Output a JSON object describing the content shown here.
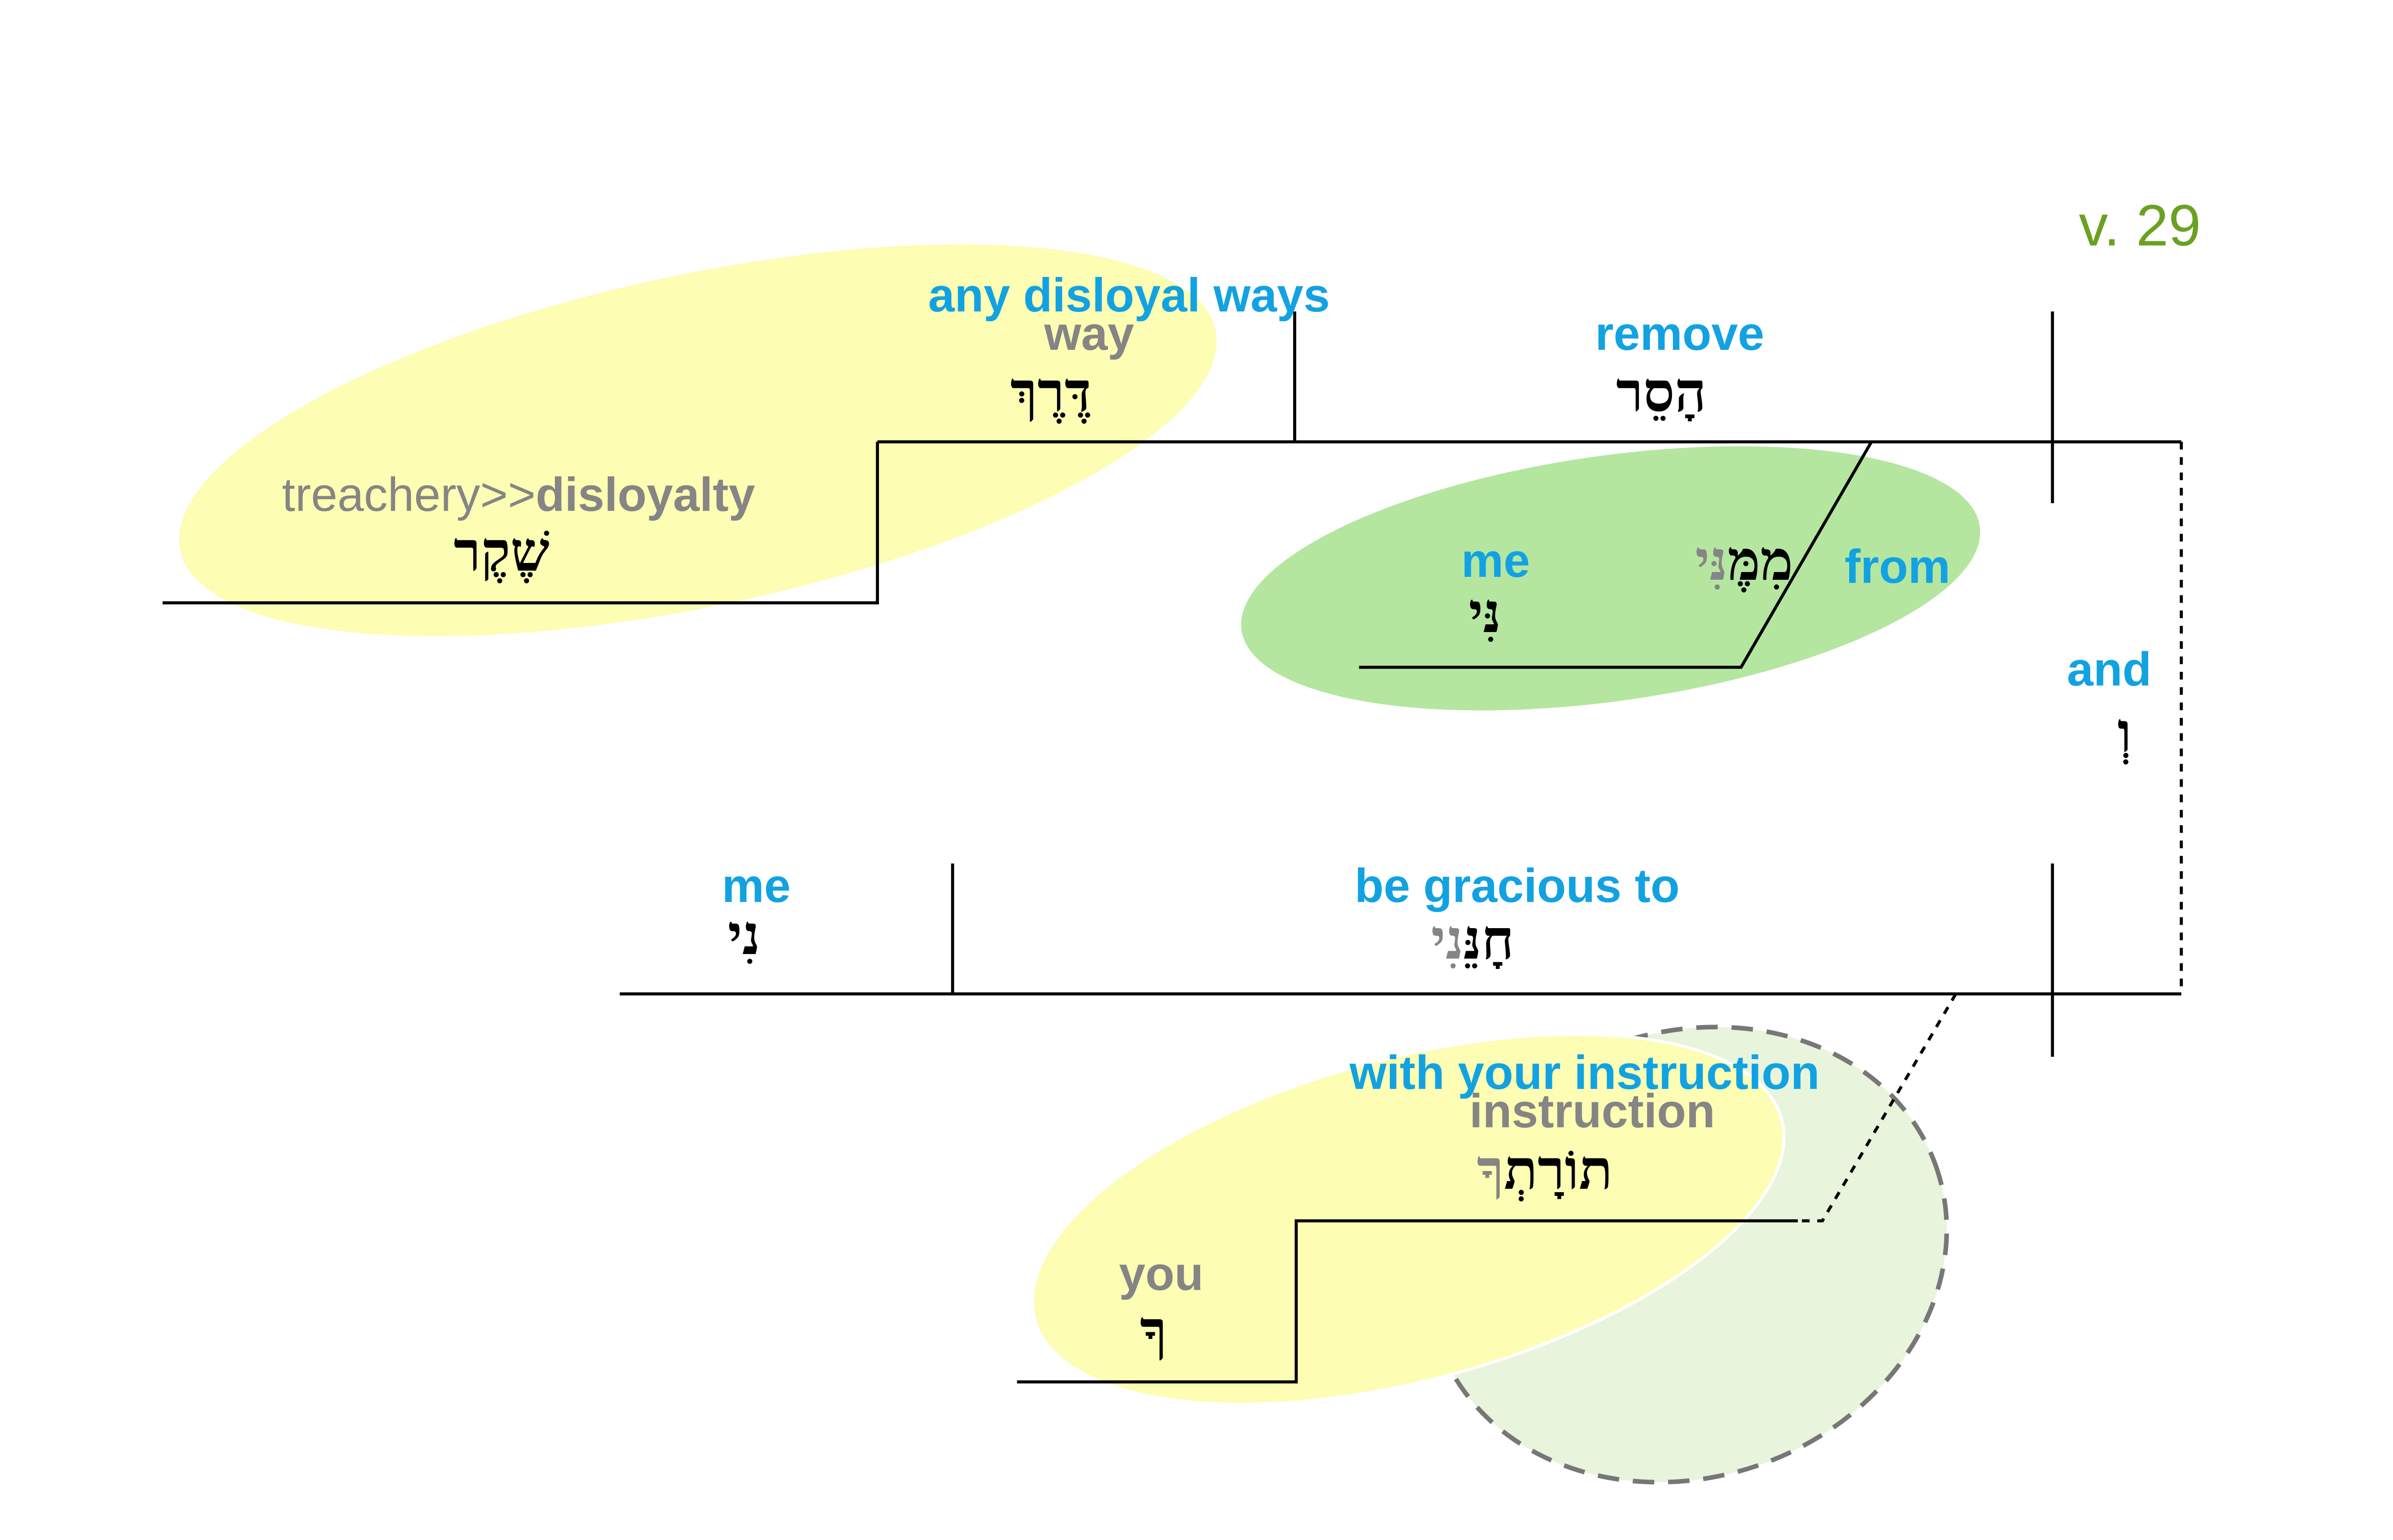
{
  "verse": "v. 29",
  "colors": {
    "english": "#12a2e2",
    "gloss": "#858585",
    "verse": "#6aa121",
    "yellow": "#fdfdb3",
    "green": "#b4e6a0",
    "lightgreen": "#e8f4dc"
  },
  "words": {
    "ways": {
      "english": "any disloyal ways",
      "gloss": "way",
      "hebrew": "דֶּרֶךְ"
    },
    "remove": {
      "english": "remove",
      "hebrew": "הָסֵר"
    },
    "disloyalty": {
      "gloss_plain": "treachery>>",
      "gloss_bold": "disloyalty",
      "hebrew": "שֶׁקֶר"
    },
    "me1": {
      "english": "me",
      "hebrew": "נִּי"
    },
    "from": {
      "english": "from",
      "hebrew_black": "מִמֶּ",
      "hebrew_gray": "נִּי"
    },
    "and": {
      "english": "and",
      "hebrew": "וְ"
    },
    "me2": {
      "english": "me",
      "hebrew": "נִי"
    },
    "gracious": {
      "english": "be gracious to",
      "hebrew_black": "חָנֵּ",
      "hebrew_gray": "נִי"
    },
    "instruction": {
      "english": "with your instruction",
      "gloss": "instruction",
      "hebrew_black": "תוֹרָתְ",
      "hebrew_gray": "ךָ"
    },
    "you": {
      "gloss": "you",
      "hebrew": "ךָ"
    }
  }
}
